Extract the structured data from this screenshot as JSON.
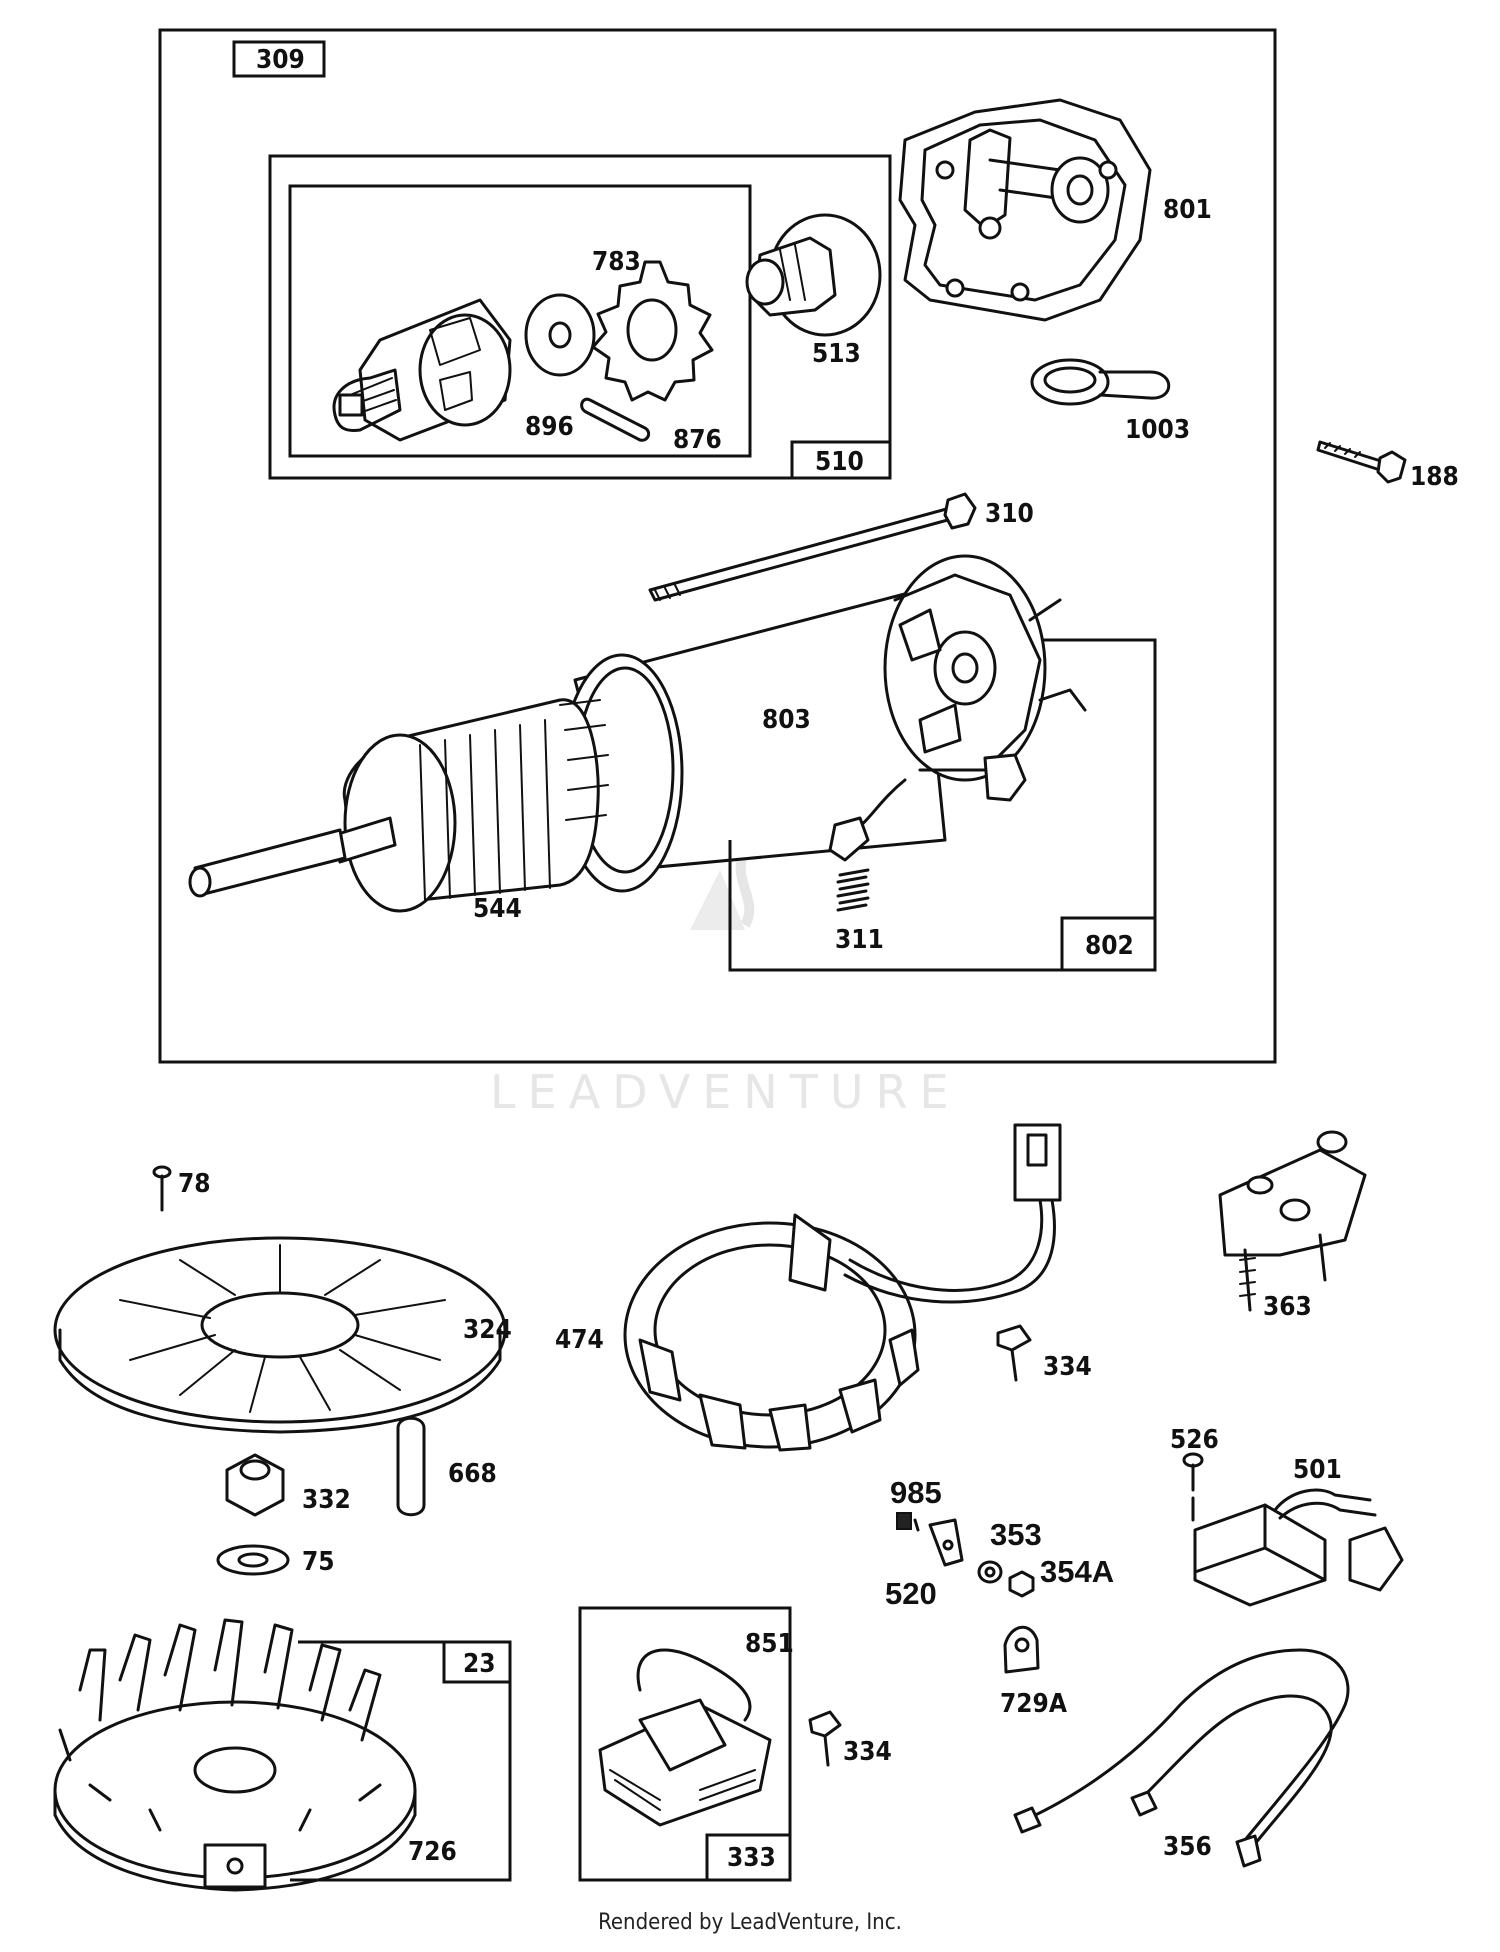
{
  "diagram": {
    "box_labels": {
      "b309": "309",
      "b510": "510",
      "b802": "802",
      "b23": "23",
      "b333": "333"
    },
    "part_labels": {
      "p801": "801",
      "p783": "783",
      "p513": "513",
      "p896": "896",
      "p876": "876",
      "p1003": "1003",
      "p188": "188",
      "p310": "310",
      "p803": "803",
      "p544": "544",
      "p311": "311",
      "p78": "78",
      "p324": "324",
      "p474": "474",
      "p334a": "334",
      "p363": "363",
      "p332": "332",
      "p668": "668",
      "p75": "75",
      "p985": "985",
      "p353": "353",
      "p354a": "354A",
      "p520": "520",
      "p526": "526",
      "p501": "501",
      "p851": "851",
      "p334b": "334",
      "p729a": "729A",
      "p726": "726",
      "p356": "356"
    },
    "watermark": "LEADVENTURE",
    "footer": "Rendered by LeadVenture, Inc."
  }
}
